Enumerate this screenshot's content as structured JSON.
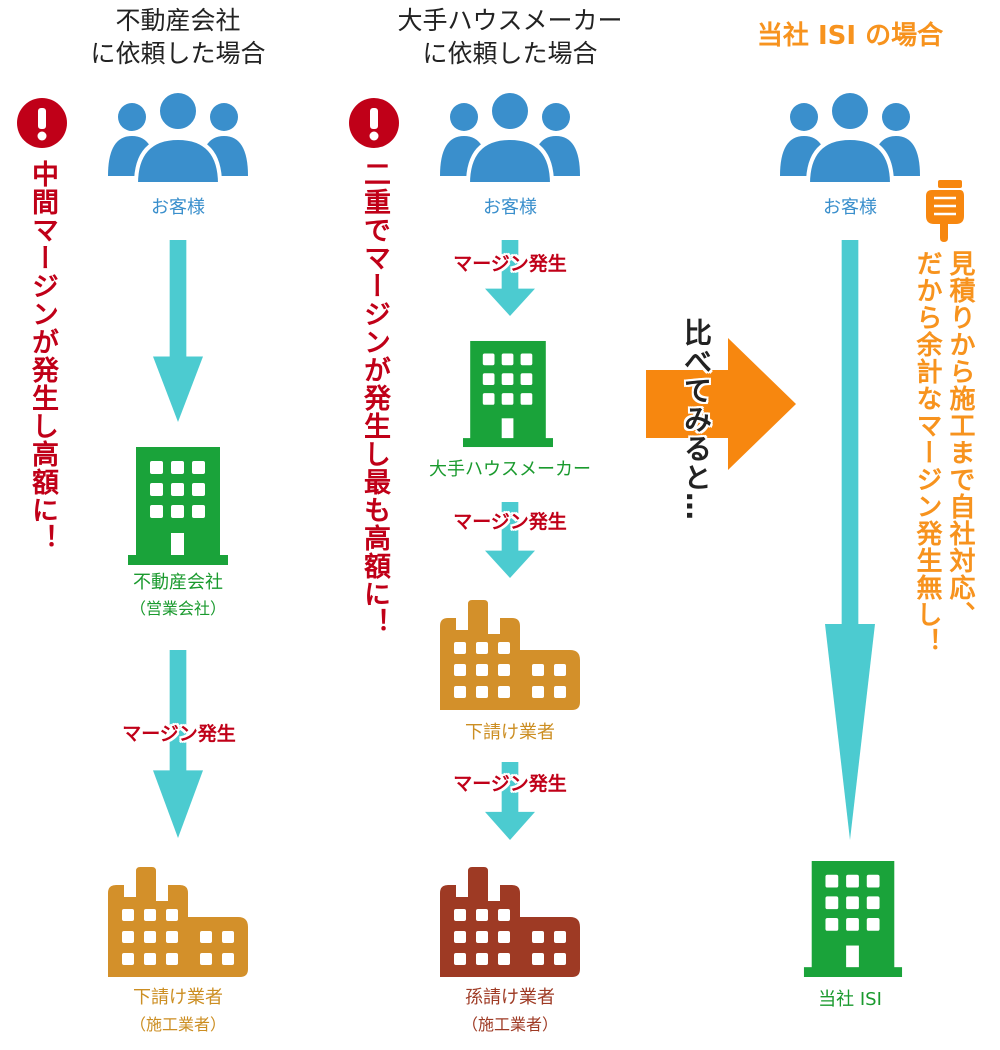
{
  "columns": {
    "real_estate": {
      "title_line1": "不動産会社",
      "title_line2": "に依頼した場合",
      "customer": "お客様",
      "company": "不動産会社",
      "company_sub": "（営業会社）",
      "margin": "マージン発生",
      "sub": "下請け業者",
      "sub_sub": "（施工業者）",
      "warning": "中間マージンが発生し高額に！"
    },
    "house_maker": {
      "title_line1": "大手ハウスメーカー",
      "title_line2": "に依頼した場合",
      "customer": "お客様",
      "margin1": "マージン発生",
      "company": "大手ハウスメーカー",
      "margin2": "マージン発生",
      "sub": "下請け業者",
      "margin3": "マージン発生",
      "subsub": "孫請け業者",
      "subsub_sub": "（施工業者）",
      "warning": "二重でマージンが発生し最も高額に！"
    },
    "isi": {
      "title": "当社 ISI の場合",
      "customer": "お客様",
      "company": "当社 ISI",
      "note_line1": "見積りから施工まで自社対応、",
      "note_line2": "だから余計なマージン発生無し！"
    }
  },
  "compare": "比べてみると…",
  "icons": [
    "people-icon",
    "building-icon",
    "factory-icon",
    "warning-icon",
    "pointing-hand-icon",
    "arrow-down-icon",
    "arrow-right-icon"
  ],
  "colors": {
    "people": "#3a8fcc",
    "building": "#1aa33a",
    "factory_sub": "#d3902a",
    "factory_subsub": "#9e3a24",
    "arrow": "#4ccbd0",
    "compare_arrow": "#f7870f",
    "warning": "#c00018",
    "isi_accent": "#f7931e"
  }
}
